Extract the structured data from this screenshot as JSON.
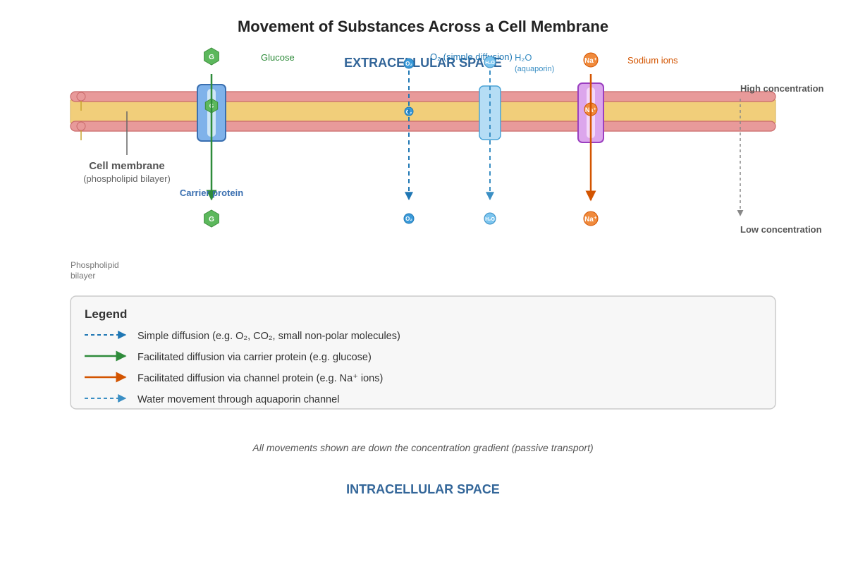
{
  "title": "Movement of Substances Across a Cell Membrane",
  "regions": {
    "extracellular": "EXTRACELLULAR SPACE",
    "intracellular": "INTRACELLULAR SPACE"
  },
  "gradient": {
    "high": "High concentration",
    "low": "Low concentration"
  },
  "membrane": {
    "label": "Cell membrane",
    "sublabel": "(phospholipid bilayer)",
    "side_label_line1": "Phospholipid",
    "side_label_line2": "bilayer"
  },
  "transports": {
    "glucose": {
      "label": "Glucose",
      "molecule": "G",
      "protein_label": "Carrier protein",
      "color": "#2e8b3a"
    },
    "oxygen": {
      "label": "O₂ (simple diffusion)",
      "molecule": "O₂",
      "color": "#1f77b4"
    },
    "water": {
      "label": "H₂O",
      "sublabel": "(aquaporin)",
      "molecule": "H₂O",
      "color": "#3b8fc4"
    },
    "sodium": {
      "label": "Sodium ions",
      "molecule": "Na⁺",
      "color": "#d35400"
    }
  },
  "legend": {
    "title": "Legend",
    "items": [
      {
        "text": "Simple diffusion (e.g. O₂, CO₂, small non-polar molecules)",
        "style": "dashed",
        "color": "#1f77b4"
      },
      {
        "text": "Facilitated diffusion via carrier protein (e.g. glucose)",
        "style": "solid",
        "color": "#2e8b3a"
      },
      {
        "text": "Facilitated diffusion via channel protein (e.g. Na⁺ ions)",
        "style": "solid",
        "color": "#d35400"
      },
      {
        "text": "Water movement through aquaporin channel",
        "style": "dashed",
        "color": "#3b8fc4"
      }
    ]
  },
  "footnote": "All movements shown are down the concentration gradient (passive transport)"
}
